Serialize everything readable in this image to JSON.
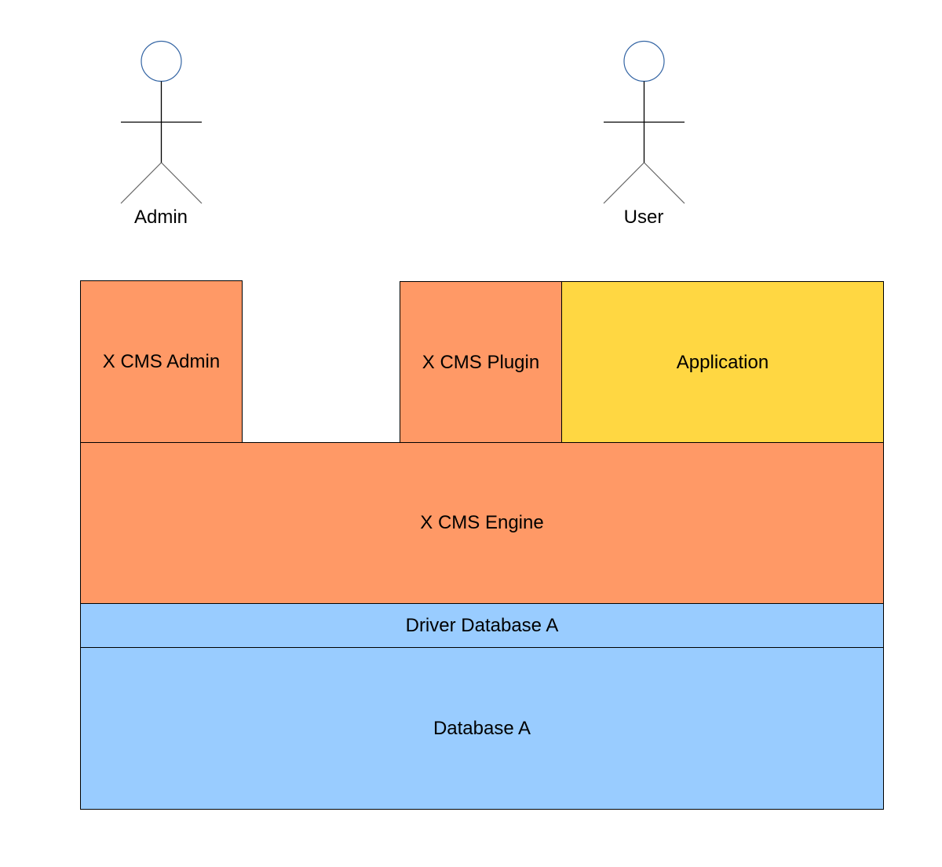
{
  "actors": {
    "admin": {
      "label": "Admin",
      "icon": "stick-figure-icon"
    },
    "user": {
      "label": "User",
      "icon": "stick-figure-icon"
    }
  },
  "layers": {
    "cms_admin": {
      "label": "X CMS Admin",
      "color": "#FF9966"
    },
    "cms_plugin": {
      "label": "X CMS Plugin",
      "color": "#FF9966"
    },
    "application": {
      "label": "Application",
      "color": "#FFD742"
    },
    "cms_engine": {
      "label": "X CMS Engine",
      "color": "#FF9966"
    },
    "driver_db": {
      "label": "Driver Database A",
      "color": "#99CCFF"
    },
    "database": {
      "label": "Database A",
      "color": "#99CCFF"
    }
  },
  "colors": {
    "actor_head_stroke": "#3465A4",
    "line_stroke": "#000000",
    "limb_stroke": "#666666"
  }
}
